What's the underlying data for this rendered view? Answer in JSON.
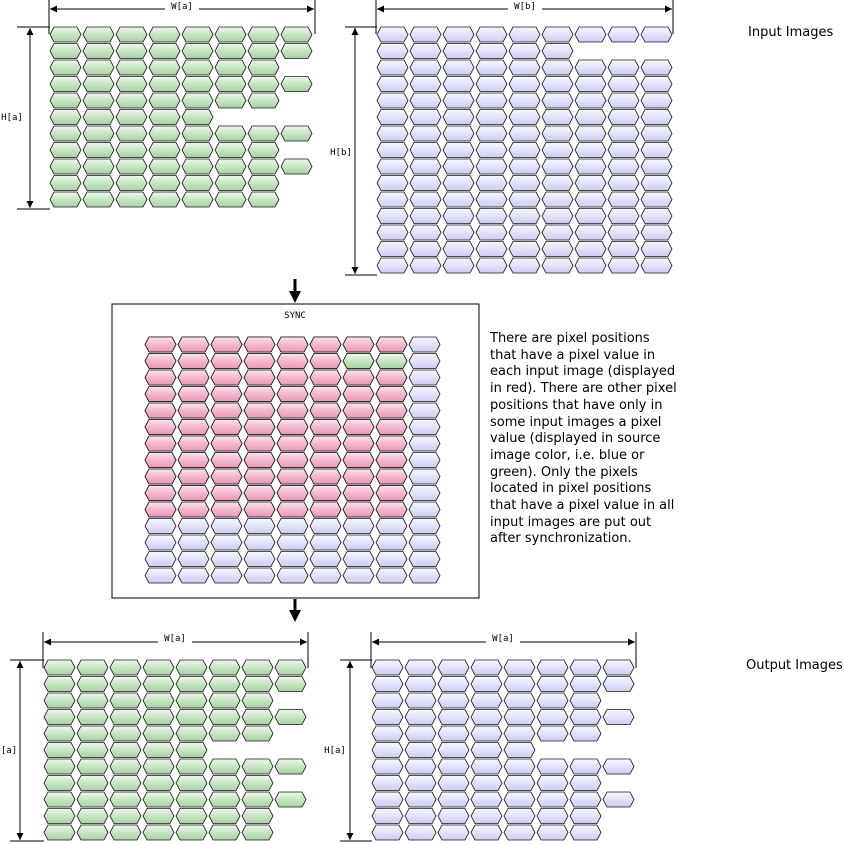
{
  "labels": {
    "input_images": "Input Images",
    "output_images": "Output Images",
    "sync_box_title": "SYNC",
    "width_a": "W[a]",
    "width_b": "W[b]",
    "height_a": "H[a]",
    "height_b": "H[b]",
    "height_a_cropped": "[a]"
  },
  "explanation": "There are pixel positions that have a pixel value in each input image (displayed in red). There are other pixel positions that have only in some input images a pixel value (displayed in source image color, i.e. blue or green). Only the pixels located in pixel positions that have a pixel value in all input images are put out after synchronization.",
  "colors": {
    "green_pixel": "#b8dcb4",
    "blue_pixel": "#dcdcf8",
    "red_pixel": "#f0a8c4",
    "outline": "#1a1a1a"
  },
  "pixel_grids": {
    "image_a_row_lengths": [
      8,
      8,
      7,
      8,
      7,
      5,
      8,
      7,
      8,
      7,
      7
    ],
    "image_b_row_lengths": [
      9,
      6,
      9,
      9,
      9,
      9,
      9,
      9,
      9,
      9,
      9,
      9,
      9,
      9,
      9
    ],
    "sync_red_row_lengths": [
      8,
      6,
      8,
      8,
      8,
      8,
      8,
      8,
      8,
      8,
      8
    ],
    "sync_blue_row_lengths": [
      9,
      9,
      9,
      9,
      9,
      9,
      9,
      9,
      9,
      9,
      9,
      9,
      9,
      9,
      9
    ]
  }
}
